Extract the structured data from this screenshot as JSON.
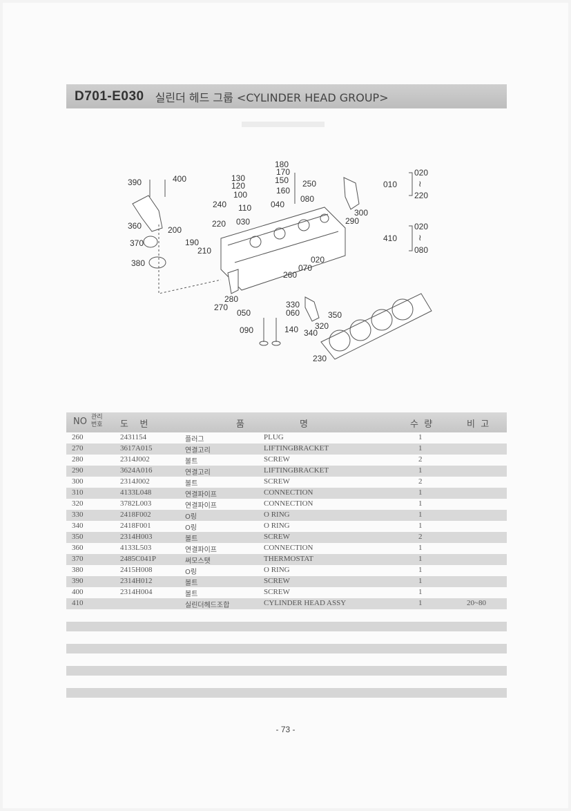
{
  "header": {
    "code": "D701-E030",
    "title": "실린더 헤드 그룹 <CYLINDER HEAD GROUP>"
  },
  "diagram": {
    "callouts": [
      "390",
      "400",
      "130",
      "120",
      "100",
      "110",
      "180",
      "170",
      "150",
      "160",
      "250",
      "080",
      "040",
      "030",
      "240",
      "220",
      "200",
      "360",
      "370",
      "190",
      "210",
      "380",
      "020",
      "070",
      "260",
      "280",
      "270",
      "330",
      "050",
      "060",
      "090",
      "140",
      "350",
      "320",
      "340",
      "230",
      "300",
      "290"
    ],
    "groups": [
      {
        "ref": "010",
        "from": "020",
        "sep": "≀",
        "to": "220"
      },
      {
        "ref": "410",
        "from": "020",
        "sep": "≀",
        "to": "080"
      }
    ]
  },
  "table": {
    "headers": {
      "no": "NO",
      "ref_top": "관리",
      "ref_bottom": "번호",
      "part_no": "도    번",
      "name_a": "품",
      "name_b": "명",
      "qty": "수  량",
      "remarks": "비  고"
    },
    "rows": [
      {
        "no": "260",
        "part": "2431154",
        "ko": "플러그",
        "en": "PLUG",
        "qty": "1",
        "rem": ""
      },
      {
        "no": "270",
        "part": "3617A015",
        "ko": "연결고리",
        "en": "LIFTINGBRACKET",
        "qty": "1",
        "rem": ""
      },
      {
        "no": "280",
        "part": "2314J002",
        "ko": "볼트",
        "en": "SCREW",
        "qty": "2",
        "rem": ""
      },
      {
        "no": "290",
        "part": "3624A016",
        "ko": "연결고리",
        "en": "LIFTINGBRACKET",
        "qty": "1",
        "rem": ""
      },
      {
        "no": "300",
        "part": "2314J002",
        "ko": "볼트",
        "en": "SCREW",
        "qty": "2",
        "rem": ""
      },
      {
        "no": "310",
        "part": "4133L048",
        "ko": "연결파이프",
        "en": "CONNECTION",
        "qty": "1",
        "rem": ""
      },
      {
        "no": "320",
        "part": "3782L003",
        "ko": "연결파이프",
        "en": "CONNECTION",
        "qty": "1",
        "rem": ""
      },
      {
        "no": "330",
        "part": "2418F002",
        "ko": "O링",
        "en": "O RING",
        "qty": "1",
        "rem": ""
      },
      {
        "no": "340",
        "part": "2418F001",
        "ko": "O링",
        "en": "O RING",
        "qty": "1",
        "rem": ""
      },
      {
        "no": "350",
        "part": "2314H003",
        "ko": "볼트",
        "en": "SCREW",
        "qty": "2",
        "rem": ""
      },
      {
        "no": "360",
        "part": "4133L503",
        "ko": "연결파이프",
        "en": "CONNECTION",
        "qty": "1",
        "rem": ""
      },
      {
        "no": "370",
        "part": "2485C041P",
        "ko": "써모스탯",
        "en": "THERMOSTAT",
        "qty": "1",
        "rem": ""
      },
      {
        "no": "380",
        "part": "2415H008",
        "ko": "O링",
        "en": "O RING",
        "qty": "1",
        "rem": ""
      },
      {
        "no": "390",
        "part": "2314H012",
        "ko": "볼트",
        "en": "SCREW",
        "qty": "1",
        "rem": ""
      },
      {
        "no": "400",
        "part": "2314H004",
        "ko": "볼트",
        "en": "SCREW",
        "qty": "1",
        "rem": ""
      },
      {
        "no": "410",
        "part": "",
        "ko": "실린더헤드조합",
        "en": "CYLINDER HEAD ASSY",
        "qty": "1",
        "rem": "20~80"
      }
    ]
  },
  "footer": {
    "page": "- 73 -"
  }
}
